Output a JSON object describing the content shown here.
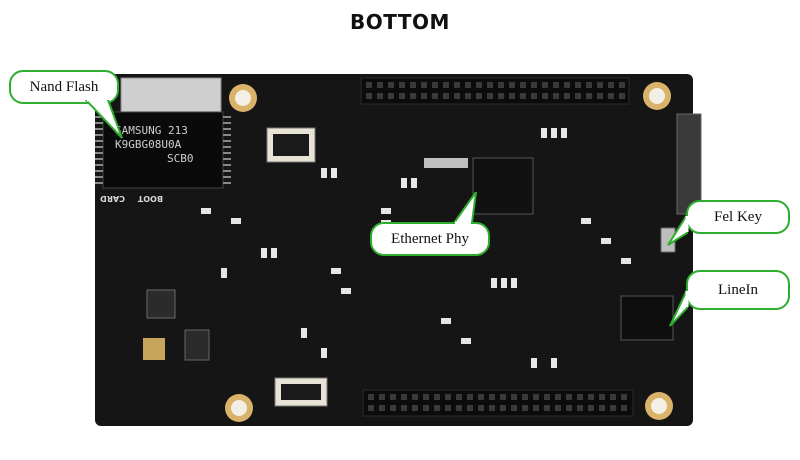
{
  "title": "BOTTOM",
  "callouts": {
    "nand_flash": "Nand Flash",
    "ethernet_phy": "Ethernet Phy",
    "fel_key": "Fel Key",
    "linein": "LineIn"
  },
  "chip_marking": {
    "line1": "SAMSUNG 213",
    "line2": "K9GBG08U0A",
    "line3": "SCB0"
  },
  "silkscreen": {
    "boot": "BOOT",
    "card": "CARD"
  },
  "colors": {
    "board": "#151515",
    "callout_border": "#2eae2e",
    "mounting_hole": "#d9b36a"
  }
}
